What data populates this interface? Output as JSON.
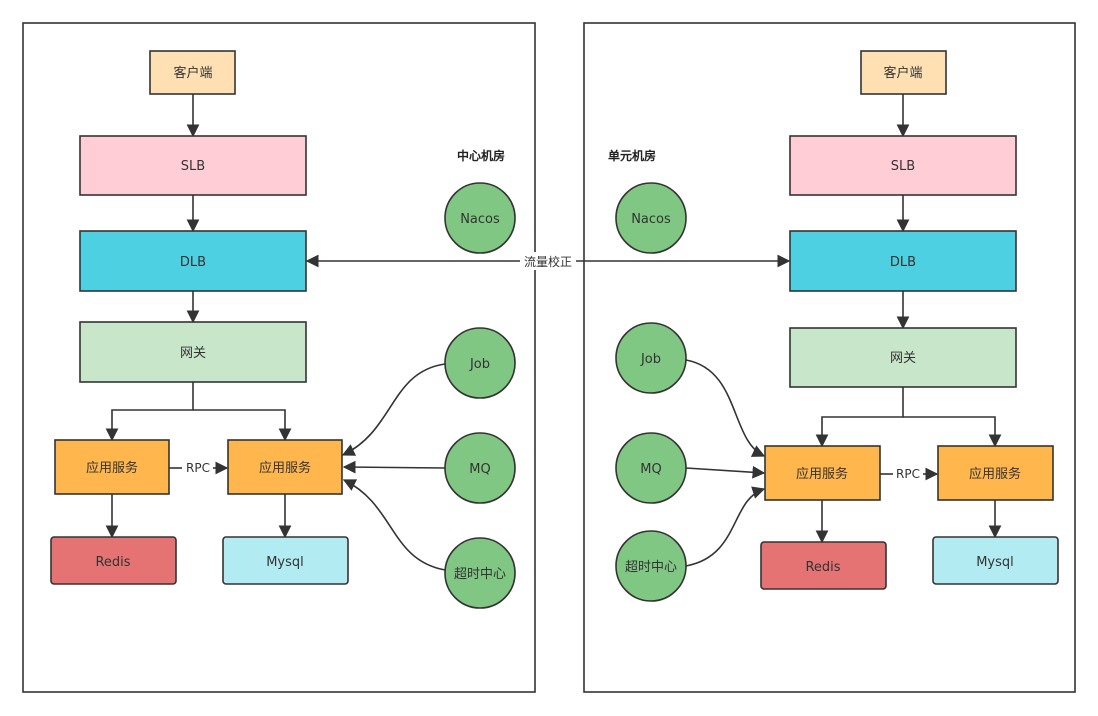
{
  "colors": {
    "client": "#FFE0B2",
    "slb": "#FFCDD6",
    "dlb": "#4DD0E1",
    "gateway": "#C8E6C9",
    "service": "#FFB74D",
    "redis": "#E57373",
    "mysql": "#B2EBF2",
    "circle": "#81C784",
    "stroke": "#333333"
  },
  "left": {
    "title": "中心机房",
    "client": "客户端",
    "slb": "SLB",
    "dlb": "DLB",
    "gateway": "网关",
    "service_a": "应用服务",
    "service_b": "应用服务",
    "rpc": "RPC",
    "redis": "Redis",
    "mysql": "Mysql",
    "nacos": "Nacos",
    "job": "Job",
    "mq": "MQ",
    "timeout": "超时中心"
  },
  "right": {
    "title": "单元机房",
    "client": "客户端",
    "slb": "SLB",
    "dlb": "DLB",
    "gateway": "网关",
    "service_a": "应用服务",
    "service_b": "应用服务",
    "rpc": "RPC",
    "redis": "Redis",
    "mysql": "Mysql",
    "nacos": "Nacos",
    "job": "Job",
    "mq": "MQ",
    "timeout": "超时中心"
  },
  "link_label": "流量校正"
}
